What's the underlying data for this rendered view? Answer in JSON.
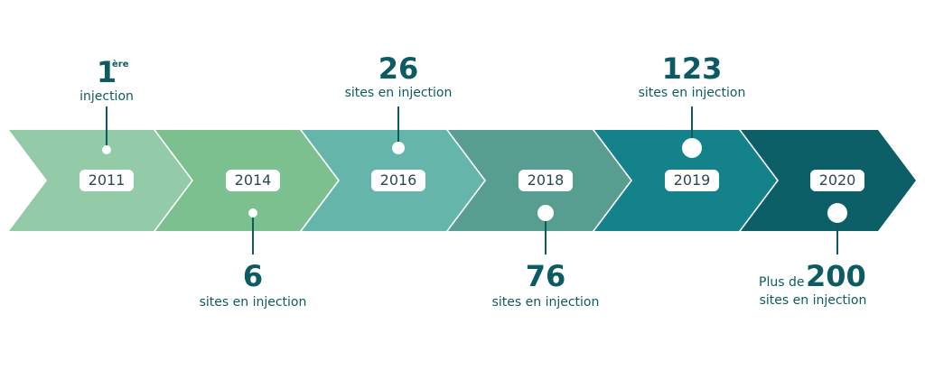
{
  "colors": [
    "#93cba9",
    "#7dc090",
    "#65b5ab",
    "#579e90",
    "#13828b",
    "#0d5f67"
  ],
  "milestones": [
    {
      "year": "2011",
      "value": "1",
      "suffix": "ère",
      "label": "injection"
    },
    {
      "year": "2014",
      "value": "6",
      "label": "sites en injection"
    },
    {
      "year": "2016",
      "value": "26",
      "label": "sites en injection"
    },
    {
      "year": "2018",
      "value": "76",
      "label": "sites en injection"
    },
    {
      "year": "2019",
      "value": "123",
      "label": "sites en injection"
    },
    {
      "year": "2020",
      "prefix": "Plus de",
      "value": "200",
      "label": "sites en injection"
    }
  ]
}
